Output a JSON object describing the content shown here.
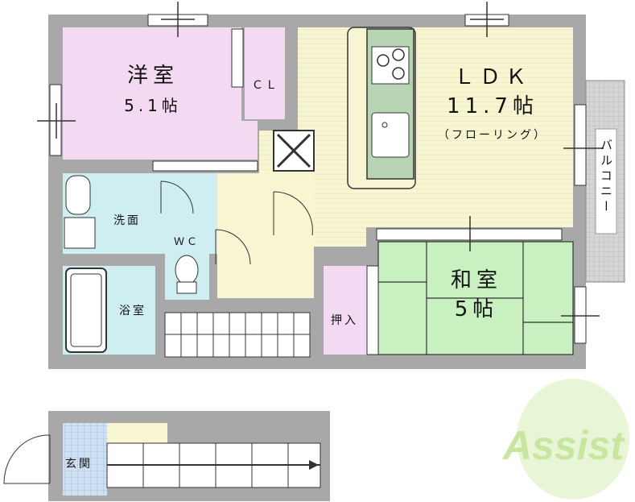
{
  "rooms": {
    "western": {
      "name": "洋室",
      "size": "5.1帖"
    },
    "closet": {
      "name": "ＣＬ"
    },
    "ldk": {
      "name": "ＬＤＫ",
      "size": "11.7帖",
      "note": "（フローリング）"
    },
    "balcony": {
      "name": "バルコニー"
    },
    "washroom": {
      "name": "洗面"
    },
    "wc": {
      "name": "ＷＣ"
    },
    "bath": {
      "name": "浴室"
    },
    "storage": {
      "name": "押入"
    },
    "japanese": {
      "name": "和室",
      "size": "5帖"
    },
    "entrance": {
      "name": "玄関"
    }
  },
  "logo": {
    "text": "Assist"
  },
  "colors": {
    "wall": "#a8a8a8",
    "western_floor": "#f3d9f1",
    "closet_floor": "#f3d9f1",
    "ldk_floor": "#f8f6d2",
    "wet_floor": "#cfeef2",
    "japanese_floor": "#c9f0c0",
    "balcony": "#d0d0d0",
    "logo": "#c8e6a0"
  }
}
